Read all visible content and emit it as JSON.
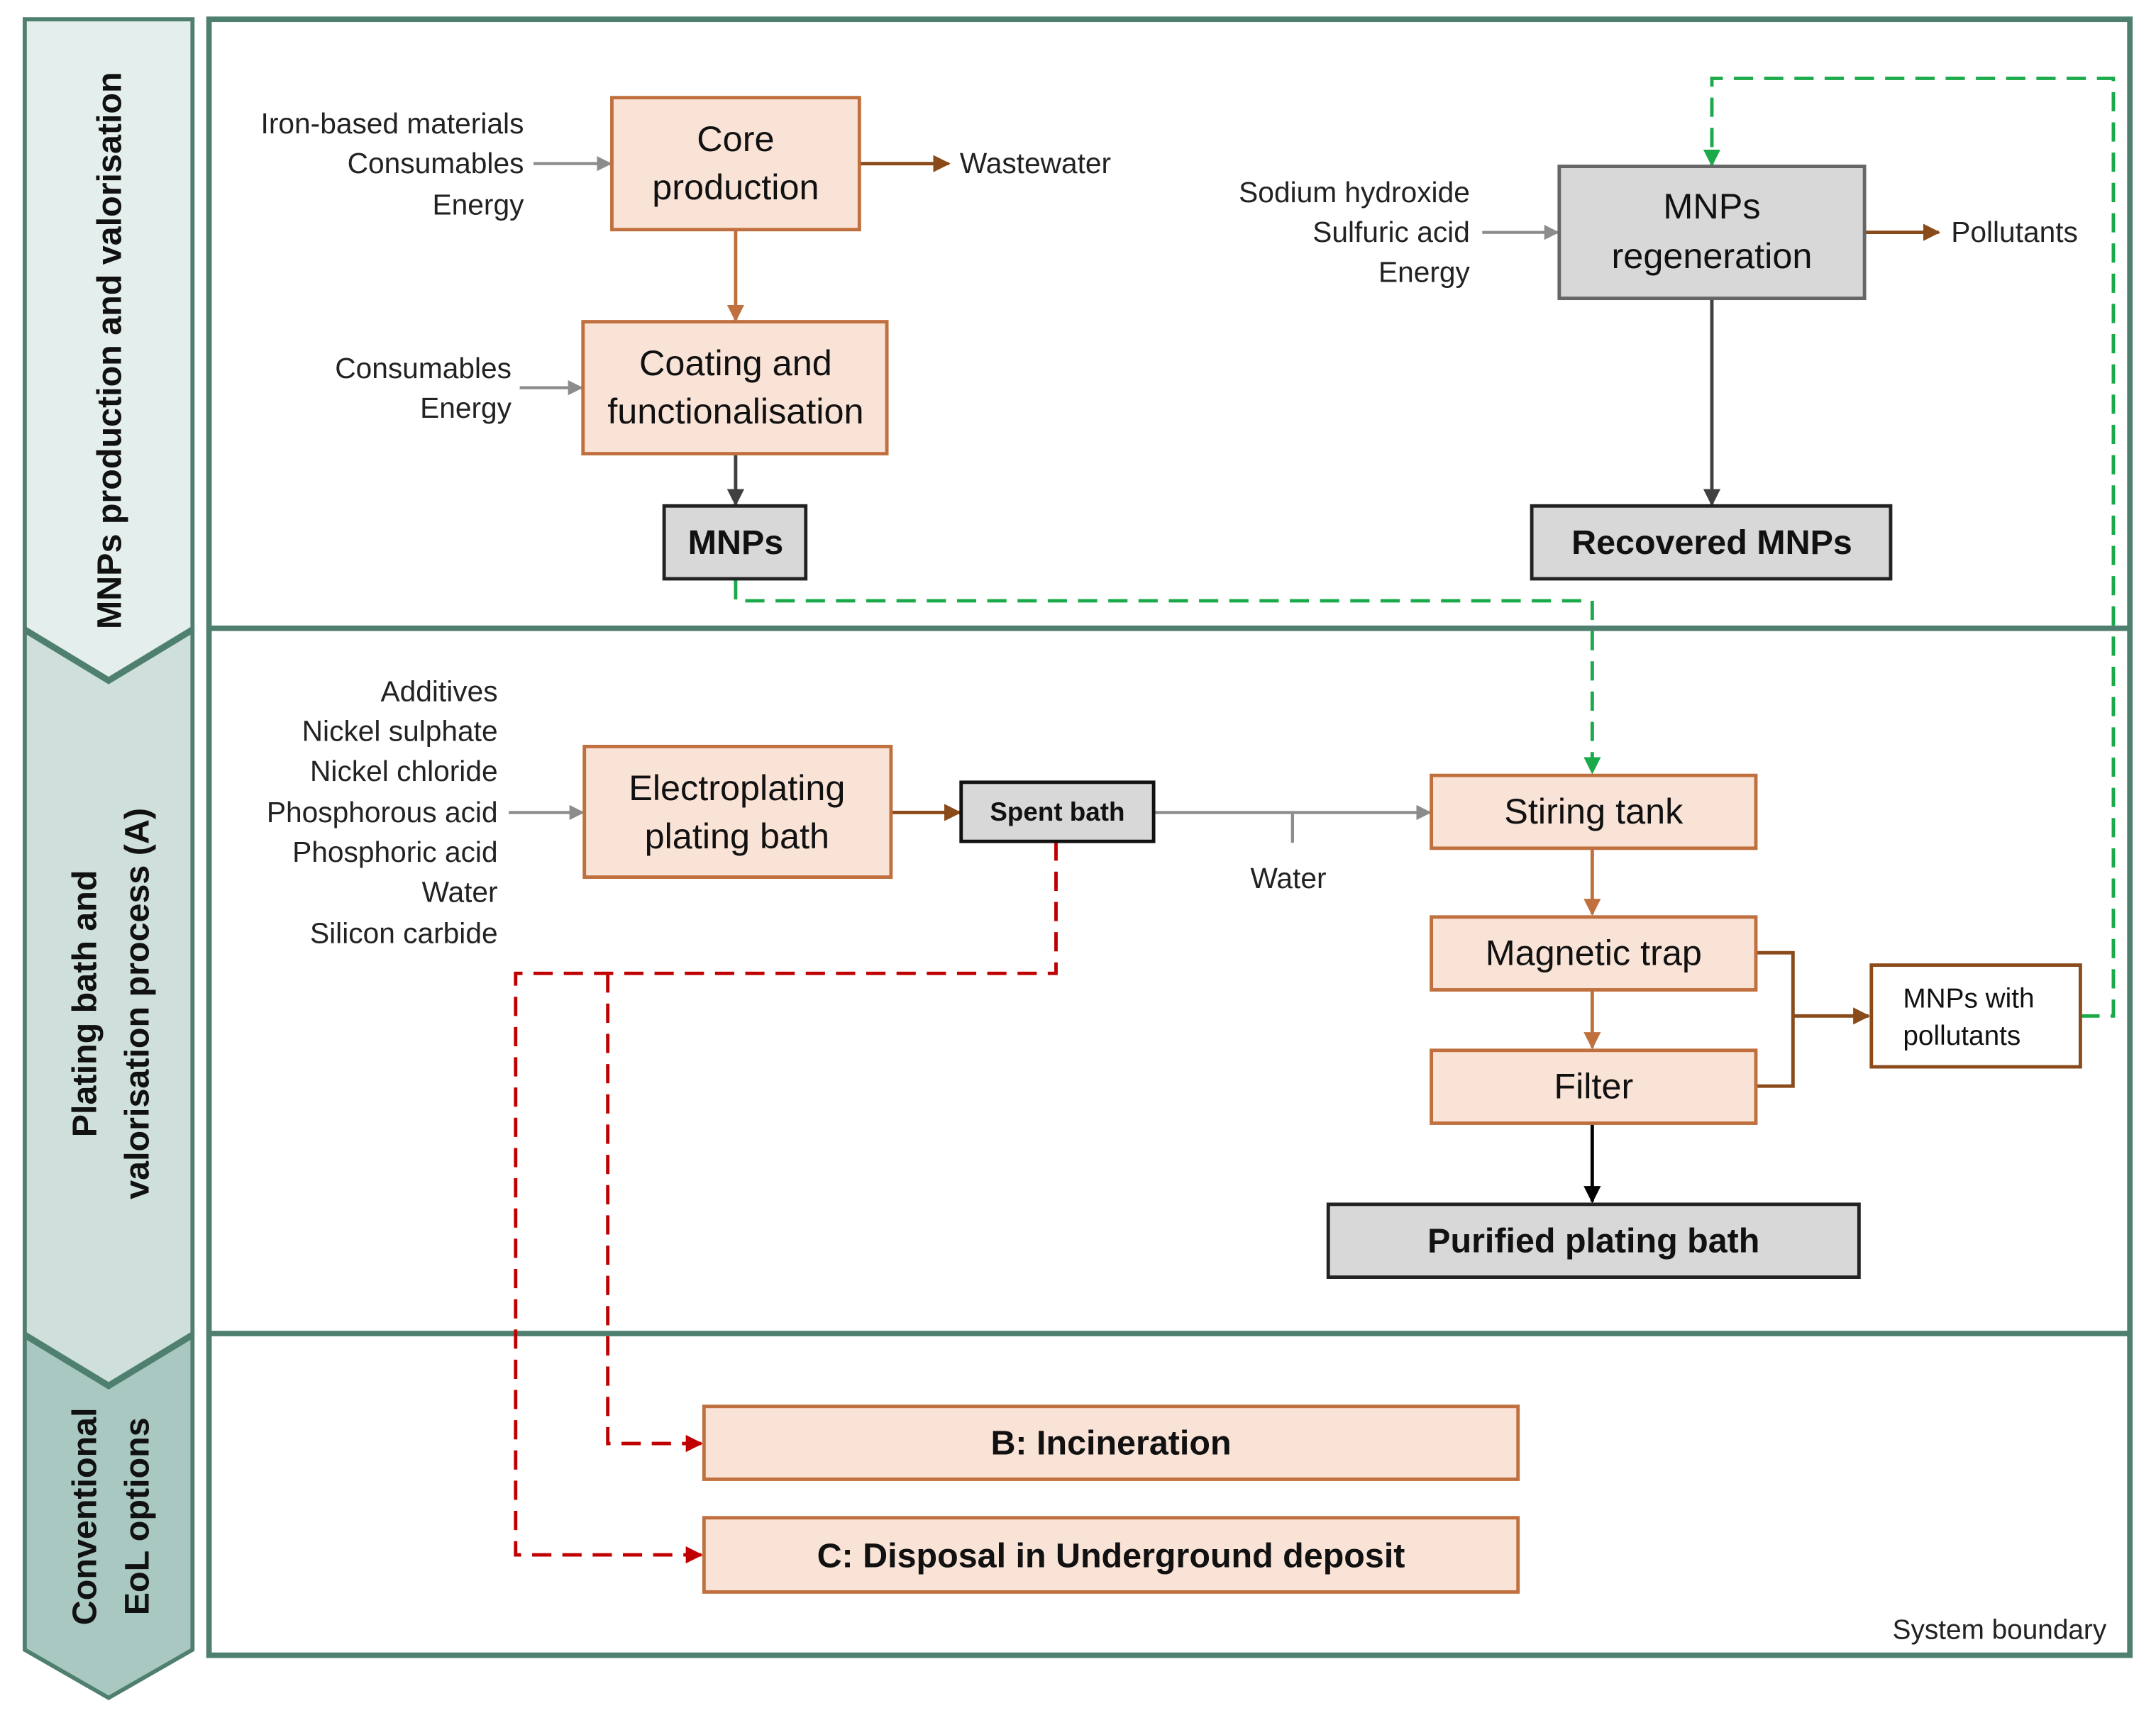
{
  "colors": {
    "frame": "#4f7f6f",
    "side_1": "#e4eeec",
    "side_2": "#cfe0dc",
    "side_3": "#a9c8c1",
    "process_fill": "#f9e2d6",
    "process_stroke": "#c0703e",
    "grey_fill": "#d8d8d8",
    "brown_arrow": "#8a4a1a",
    "orange_arrow": "#c0703e",
    "grey_arrow": "#8c8c8c",
    "dark_arrow": "#404040",
    "green_dashed": "#1aaa4a",
    "red_dashed": "#c00000"
  },
  "sections": {
    "production": "MNPs production and valorisation",
    "plating_line1": "Plating bath and",
    "plating_line2": "valorisation process (A)",
    "eol_line1": "Conventional",
    "eol_line2": "EoL options"
  },
  "boxes": {
    "core_production": [
      "Core",
      "production"
    ],
    "coating": [
      "Coating and",
      "functionalisation"
    ],
    "mnps": "MNPs",
    "mnps_regeneration": [
      "MNPs",
      "regeneration"
    ],
    "recovered_mnps": "Recovered MNPs",
    "electroplating": [
      "Electroplating",
      "plating bath"
    ],
    "spent_bath": "Spent bath",
    "stiring_tank": "Stiring tank",
    "magnetic_trap": "Magnetic trap",
    "filter": "Filter",
    "mnps_pollutants": [
      "MNPs with",
      "pollutants"
    ],
    "purified_bath": "Purified plating bath",
    "incineration": "B: Incineration",
    "disposal": "C: Disposal in Underground deposit"
  },
  "labels": {
    "core_inputs": [
      "Iron-based materials",
      "Consumables",
      "Energy"
    ],
    "core_output": "Wastewater",
    "coating_inputs": [
      "Consumables",
      "Energy"
    ],
    "regen_inputs": [
      "Sodium hydroxide",
      "Sulfuric acid",
      "Energy"
    ],
    "regen_output": "Pollutants",
    "plating_inputs": [
      "Additives",
      "Nickel sulphate",
      "Nickel chloride",
      "Phosphorous acid",
      "Phosphoric acid",
      "Water",
      "Silicon carbide"
    ],
    "water": "Water",
    "system_boundary": "System boundary"
  }
}
